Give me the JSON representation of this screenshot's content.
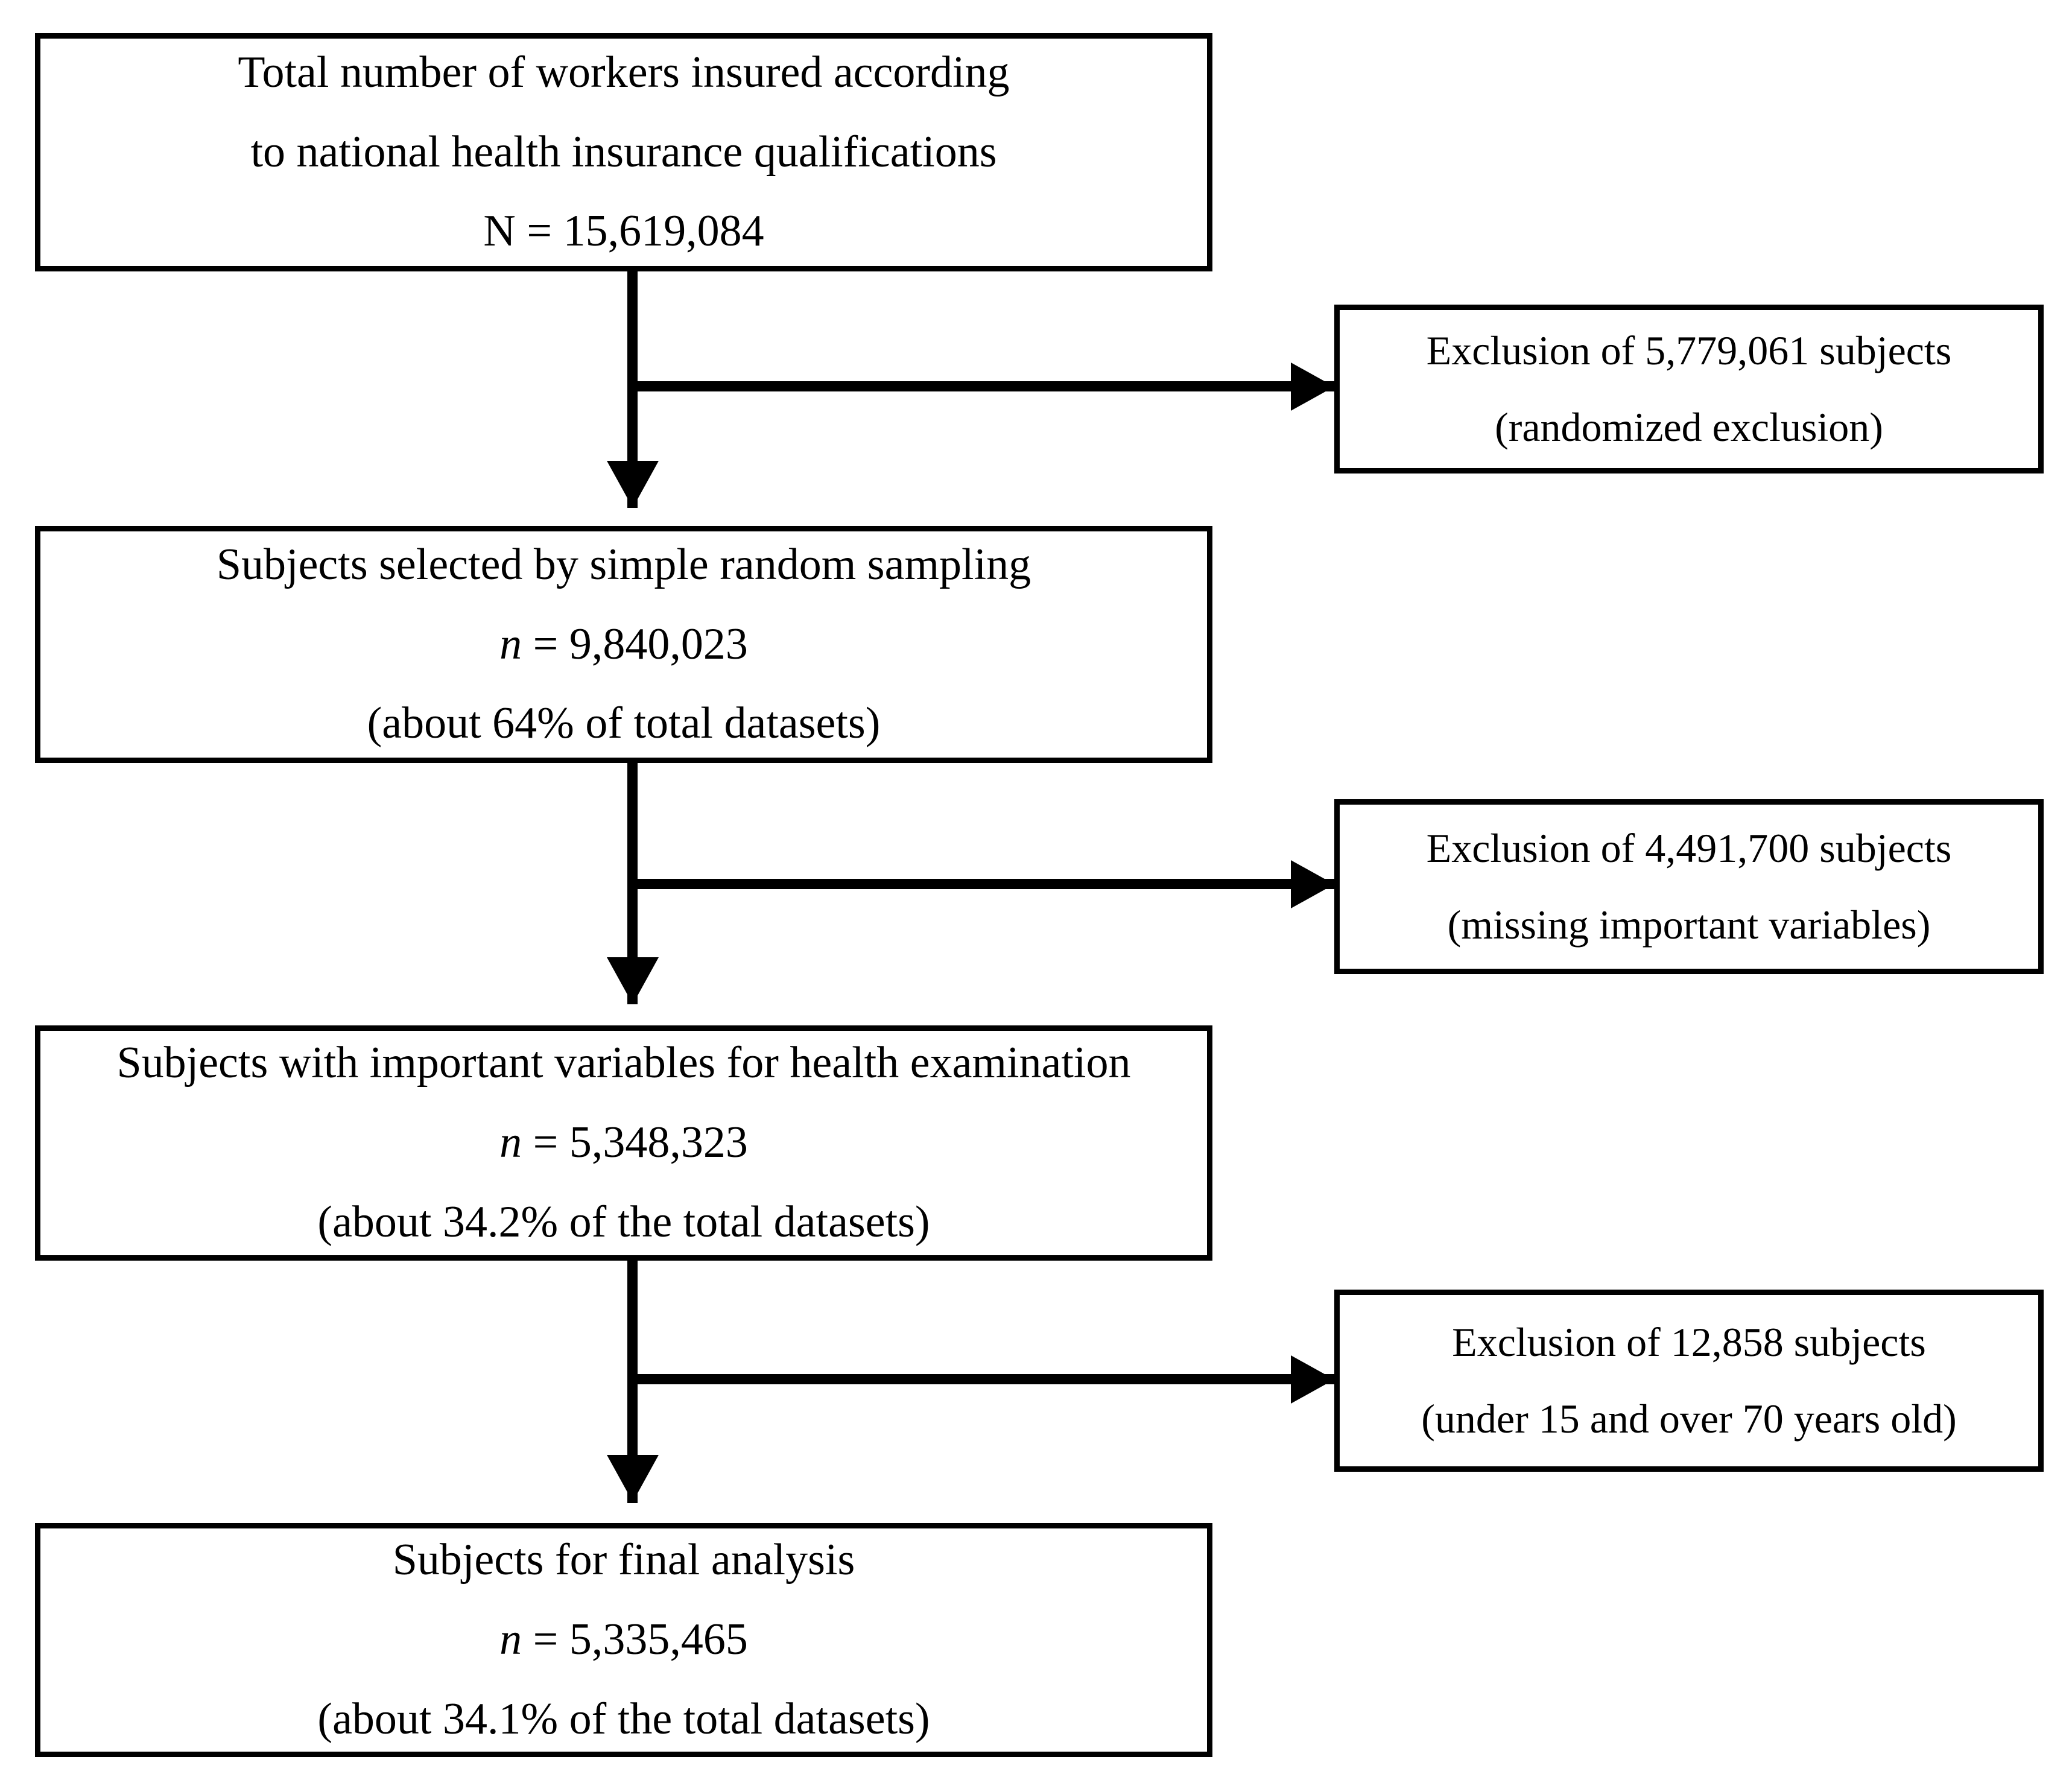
{
  "diagram": {
    "type": "flowchart",
    "title": "Study population selection flow diagram",
    "orientation": "top-to-bottom with right-side exclusion branches",
    "stroke_color": "#000000",
    "background_color": "#ffffff"
  },
  "main_boxes": [
    {
      "id": "total",
      "lines": [
        "Total number of workers insured according",
        "to national health insurance qualifications",
        "N = 15,619,084"
      ],
      "count_symbol": "N",
      "count_value": "15,619,084"
    },
    {
      "id": "sampled",
      "lines": [
        "Subjects selected by simple random sampling",
        "n = 9,840,023",
        "(about 64% of total datasets)"
      ],
      "count_symbol": "n",
      "count_value": "9,840,023",
      "percent": "64%"
    },
    {
      "id": "variables",
      "lines": [
        "Subjects with important variables for health examination",
        "n = 5,348,323",
        "(about 34.2% of the total datasets)"
      ],
      "count_symbol": "n",
      "count_value": "5,348,323",
      "percent": "34.2%"
    },
    {
      "id": "final",
      "lines": [
        "Subjects for final analysis",
        "n = 5,335,465",
        "(about 34.1% of the total datasets)"
      ],
      "count_symbol": "n",
      "count_value": "5,335,465",
      "percent": "34.1%"
    }
  ],
  "exclusion_boxes": [
    {
      "id": "excl-random",
      "lines": [
        "Exclusion of 5,779,061 subjects",
        "(randomized exclusion)"
      ],
      "excluded_count": "5,779,061",
      "reason": "randomized exclusion"
    },
    {
      "id": "excl-missing",
      "lines": [
        "Exclusion of 4,491,700 subjects",
        "(missing important variables)"
      ],
      "excluded_count": "4,491,700",
      "reason": "missing important variables"
    },
    {
      "id": "excl-age",
      "lines": [
        "Exclusion of 12,858 subjects",
        "(under 15 and over 70 years old)"
      ],
      "excluded_count": "12,858",
      "reason": "under 15 and over 70 years old"
    }
  ],
  "box_text": {
    "total_l1": "Total number of workers insured according",
    "total_l2": "to national health insurance qualifications",
    "total_l3": "N = 15,619,084",
    "sampled_l1": "Subjects selected by simple random sampling",
    "sampled_l2_sym": "n",
    "sampled_l2_rest": " = 9,840,023",
    "sampled_l3": "(about 64% of total datasets)",
    "variables_l1": "Subjects with important variables for health examination",
    "variables_l2_sym": "n",
    "variables_l2_rest": " = 5,348,323",
    "variables_l3": "(about 34.2% of the total datasets)",
    "final_l1": "Subjects for final analysis",
    "final_l2_sym": "n",
    "final_l2_rest": " = 5,335,465",
    "final_l3": "(about 34.1% of the total datasets)",
    "excl1_l1": "Exclusion of 5,779,061 subjects",
    "excl1_l2": "(randomized exclusion)",
    "excl2_l1": "Exclusion of 4,491,700 subjects",
    "excl2_l2": "(missing important variables)",
    "excl3_l1": "Exclusion of 12,858 subjects",
    "excl3_l2": "(under 15 and over 70 years old)"
  }
}
